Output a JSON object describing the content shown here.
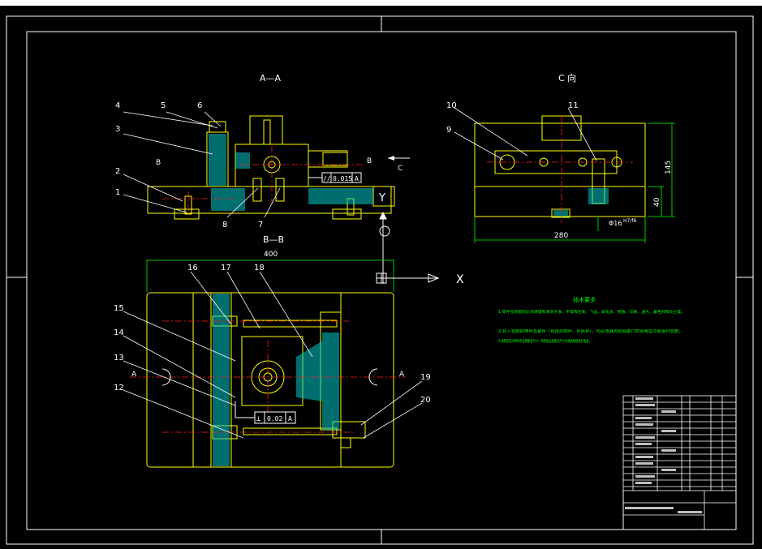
{
  "colors": {
    "background": "#000000",
    "frame": "#ffffff",
    "part": "#ffff00",
    "centerline": "#ff2020",
    "hatch": "#00c8c8",
    "dimension": "#00ff00",
    "text_white": "#ffffff",
    "notes": "#00ff00"
  },
  "views": {
    "section_aa": "A—A",
    "view_c": "C 向",
    "section_bb": "B—B"
  },
  "section_marks": {
    "b_left": "B",
    "b_right": "B",
    "a_left": "A",
    "a_right": "A",
    "c_arrow": "C"
  },
  "balloons": [
    "1",
    "2",
    "3",
    "4",
    "5",
    "6",
    "7",
    "8",
    "9",
    "10",
    "11",
    "12",
    "13",
    "14",
    "15",
    "16",
    "17",
    "18",
    "19",
    "20"
  ],
  "dimensions": {
    "width_400": "400",
    "width_280": "280",
    "height_145": "145",
    "height_40": "40",
    "phi16": "Φ16",
    "fit": "H7/f6"
  },
  "tolerances": {
    "parallelism_symbol": "//",
    "parallelism_value": "0.015",
    "parallelism_datum": "A",
    "perp_symbol": "⊥",
    "perp_value": "0.02",
    "perp_datum": "A"
  },
  "ucs": {
    "x_label": "X",
    "y_label": "Y"
  },
  "notes": {
    "title": "技术要求",
    "line1": "1.零件在装配前必须清理和清洗干净，不得有毛刺、飞边、氧化皮、锈蚀、切屑、油污、着色剂和灰尘等。",
    "line2": "2.装入装配的零件及部件（包括外购件、外协件），均必须具有检验部门的合格证方能进行装配。",
    "line3": "3.装配前应对零件的主要配合尺寸，特别是过盈配合尺寸及相关精度进行复查。"
  }
}
